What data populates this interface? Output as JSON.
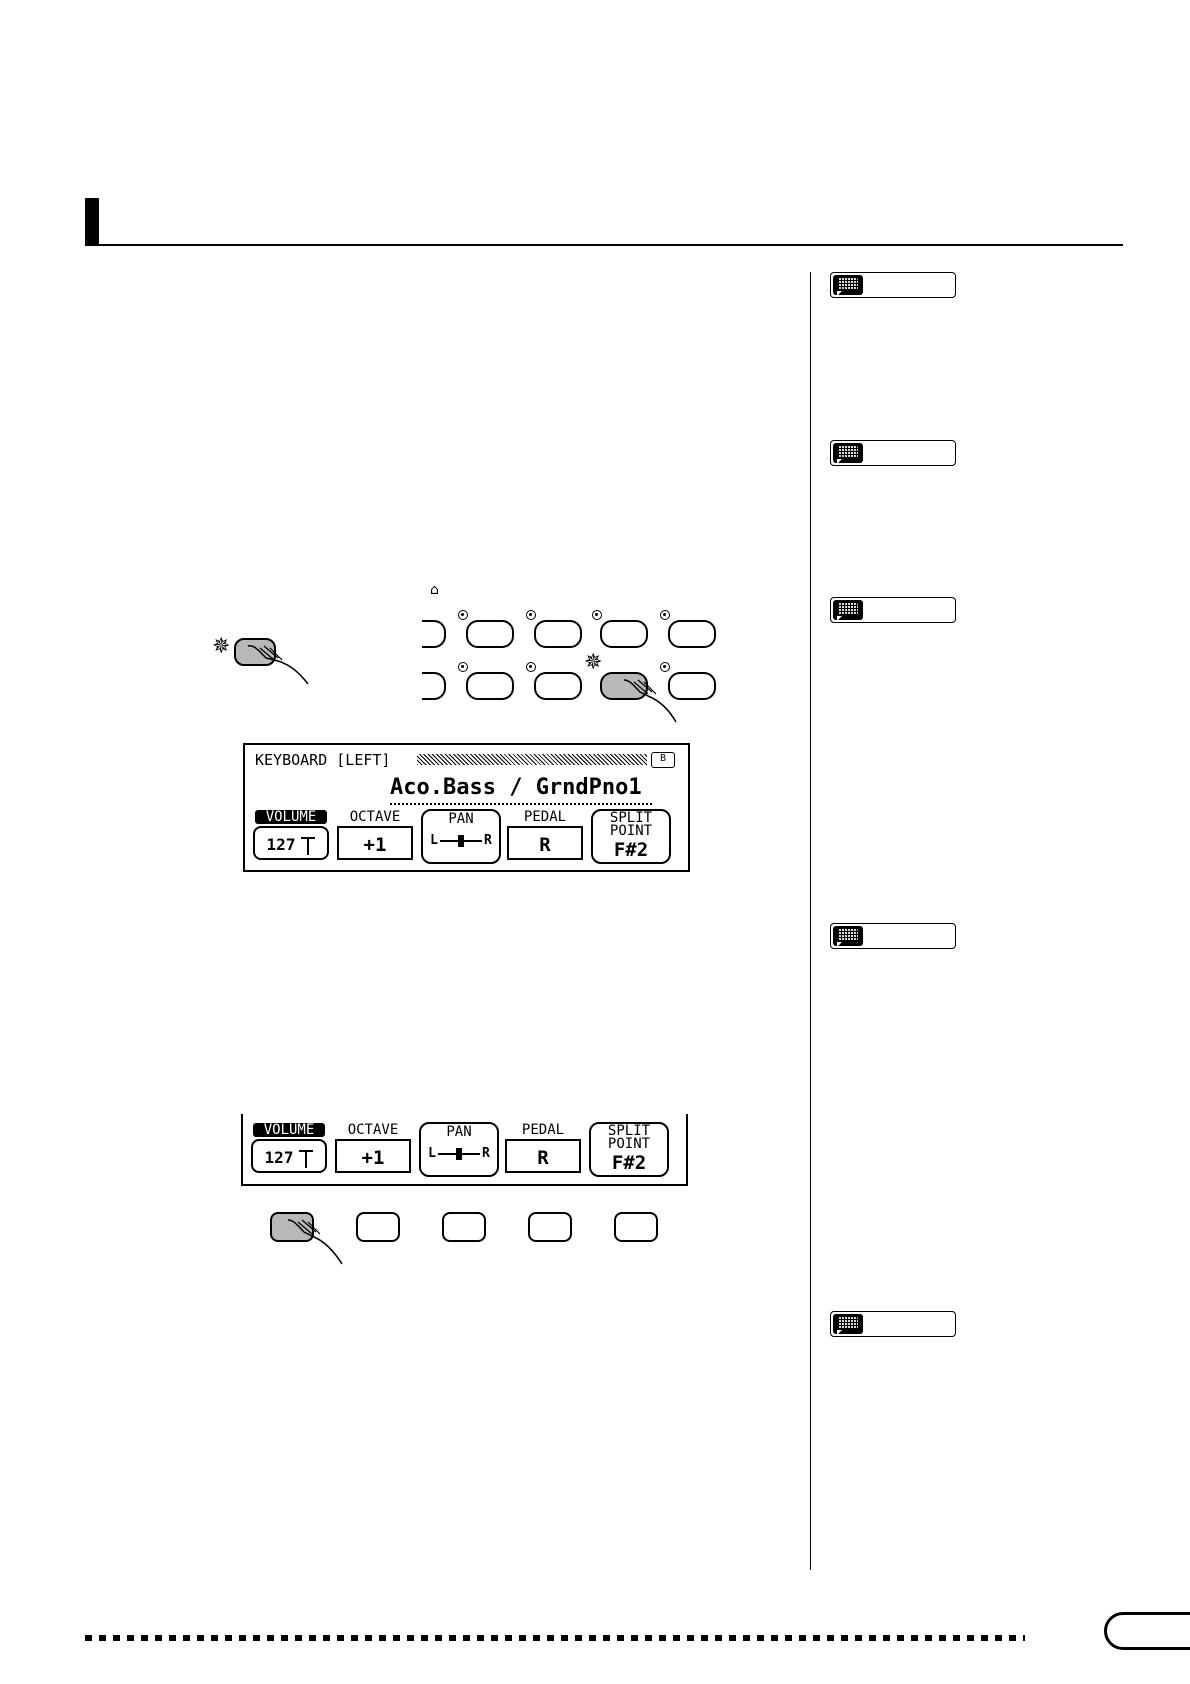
{
  "lcd_main": {
    "title": "KEYBOARD [LEFT]",
    "page_indicator": "B",
    "voice": "Aco.Bass  / GrndPno1",
    "cells": [
      {
        "label": "VOLUME",
        "value": "127"
      },
      {
        "label": "OCTAVE",
        "value": "+1"
      },
      {
        "label": "PAN",
        "left": "L",
        "right": "R"
      },
      {
        "label": "PEDAL",
        "value": "R"
      },
      {
        "label_line1": "SPLIT",
        "label_line2": "POINT",
        "value": "F#2"
      }
    ]
  },
  "lcd_zoom": {
    "cells": [
      {
        "label": "VOLUME",
        "value": "127"
      },
      {
        "label": "OCTAVE",
        "value": "+1"
      },
      {
        "label": "PAN",
        "left": "L",
        "right": "R"
      },
      {
        "label": "PEDAL",
        "value": "R"
      },
      {
        "label_line1": "SPLIT",
        "label_line2": "POINT",
        "value": "F#2"
      }
    ]
  },
  "sidebar": {
    "note_icon": "note-icon",
    "note_count": 5
  },
  "icons": {
    "piano_symbol": "⌂",
    "led_flash": "✵",
    "hand": "☜"
  }
}
